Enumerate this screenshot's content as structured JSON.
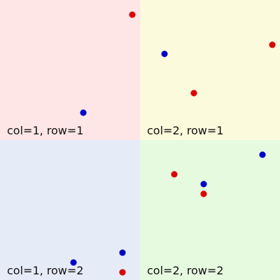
{
  "colors": {
    "red_dot": "#dd0000",
    "blue_dot": "#0000cc"
  },
  "cells": [
    {
      "label": "col=1, row=1",
      "background": "#ffe6e6"
    },
    {
      "label": "col=2, row=1",
      "background": "#fbfadc"
    },
    {
      "label": "col=1, row=2",
      "background": "#e6ebf8"
    },
    {
      "label": "col=2, row=2",
      "background": "#e6fae0"
    }
  ]
}
